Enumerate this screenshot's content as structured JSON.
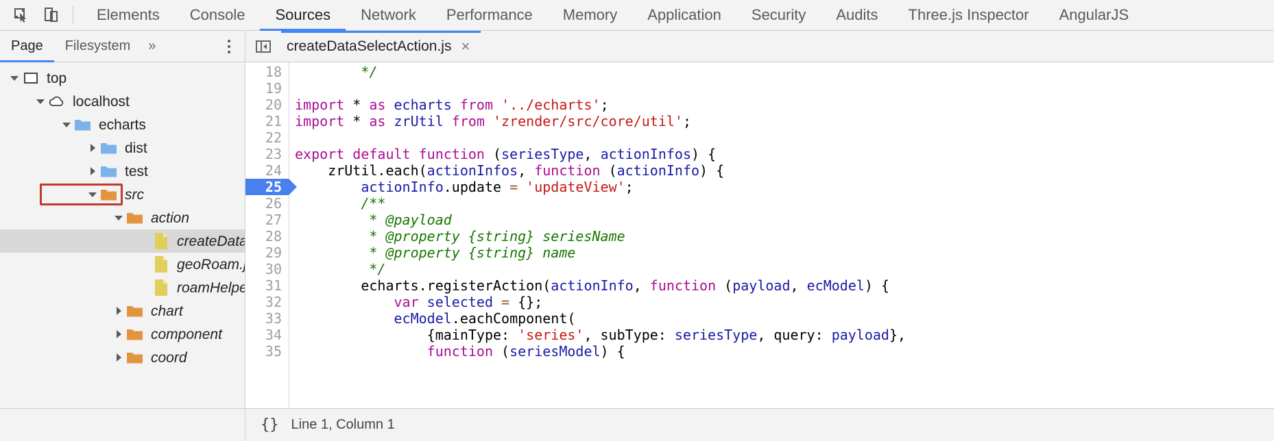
{
  "toolbar": {
    "inspect_icon": "inspect-element-icon",
    "device_icon": "device-toolbar-icon",
    "tabs": [
      {
        "label": "Elements",
        "selected": false
      },
      {
        "label": "Console",
        "selected": false
      },
      {
        "label": "Sources",
        "selected": true
      },
      {
        "label": "Network",
        "selected": false
      },
      {
        "label": "Performance",
        "selected": false
      },
      {
        "label": "Memory",
        "selected": false
      },
      {
        "label": "Application",
        "selected": false
      },
      {
        "label": "Security",
        "selected": false
      },
      {
        "label": "Audits",
        "selected": false
      },
      {
        "label": "Three.js Inspector",
        "selected": false
      },
      {
        "label": "AngularJS",
        "selected": false
      }
    ]
  },
  "navigator": {
    "tabs": [
      {
        "label": "Page",
        "selected": true
      },
      {
        "label": "Filesystem",
        "selected": false
      }
    ],
    "more_label": "»",
    "kebab_icon": "more-options-icon",
    "tree": [
      {
        "label": "top",
        "depth": 0,
        "twisty": "down",
        "icon": "frame-icon",
        "italic": false,
        "selected": false,
        "boxed": false
      },
      {
        "label": "localhost",
        "depth": 1,
        "twisty": "down",
        "icon": "cloud-icon",
        "italic": false,
        "selected": false,
        "boxed": false
      },
      {
        "label": "echarts",
        "depth": 2,
        "twisty": "down",
        "icon": "folder-blue-icon",
        "italic": false,
        "selected": false,
        "boxed": false
      },
      {
        "label": "dist",
        "depth": 3,
        "twisty": "right",
        "icon": "folder-blue-icon",
        "italic": false,
        "selected": false,
        "boxed": false
      },
      {
        "label": "test",
        "depth": 3,
        "twisty": "right",
        "icon": "folder-blue-icon",
        "italic": false,
        "selected": false,
        "boxed": false
      },
      {
        "label": "src",
        "depth": 3,
        "twisty": "down",
        "icon": "folder-orange-icon",
        "italic": true,
        "selected": false,
        "boxed": true
      },
      {
        "label": "action",
        "depth": 4,
        "twisty": "down",
        "icon": "folder-orange-icon",
        "italic": true,
        "selected": false,
        "boxed": false
      },
      {
        "label": "createDataSelectAction.js",
        "depth": 5,
        "twisty": "none",
        "icon": "file-js-icon",
        "italic": true,
        "selected": true,
        "boxed": false
      },
      {
        "label": "geoRoam.js",
        "depth": 5,
        "twisty": "none",
        "icon": "file-js-icon",
        "italic": true,
        "selected": false,
        "boxed": false
      },
      {
        "label": "roamHelper.js",
        "depth": 5,
        "twisty": "none",
        "icon": "file-js-icon",
        "italic": true,
        "selected": false,
        "boxed": false
      },
      {
        "label": "chart",
        "depth": 4,
        "twisty": "right",
        "icon": "folder-orange-icon",
        "italic": true,
        "selected": false,
        "boxed": false
      },
      {
        "label": "component",
        "depth": 4,
        "twisty": "right",
        "icon": "folder-orange-icon",
        "italic": true,
        "selected": false,
        "boxed": false
      },
      {
        "label": "coord",
        "depth": 4,
        "twisty": "right",
        "icon": "folder-orange-icon",
        "italic": true,
        "selected": false,
        "boxed": false
      }
    ]
  },
  "editor": {
    "panel_toggle_icon": "show-navigator-icon",
    "tab": {
      "label": "createDataSelectAction.js",
      "close_label": "×"
    },
    "first_visible_line": 18,
    "execution_line": 25,
    "lines": [
      {
        "n": 18,
        "tokens": [
          {
            "t": "        */",
            "c": "c"
          }
        ]
      },
      {
        "n": 19,
        "tokens": [
          {
            "t": "",
            "c": "p"
          }
        ]
      },
      {
        "n": 20,
        "tokens": [
          {
            "t": "import",
            "c": "k"
          },
          {
            "t": " * ",
            "c": "p"
          },
          {
            "t": "as",
            "c": "k"
          },
          {
            "t": " echarts ",
            "c": "v"
          },
          {
            "t": "from",
            "c": "k"
          },
          {
            "t": " ",
            "c": "p"
          },
          {
            "t": "'../echarts'",
            "c": "s"
          },
          {
            "t": ";",
            "c": "p"
          }
        ]
      },
      {
        "n": 21,
        "tokens": [
          {
            "t": "import",
            "c": "k"
          },
          {
            "t": " * ",
            "c": "p"
          },
          {
            "t": "as",
            "c": "k"
          },
          {
            "t": " zrUtil ",
            "c": "v"
          },
          {
            "t": "from",
            "c": "k"
          },
          {
            "t": " ",
            "c": "p"
          },
          {
            "t": "'zrender/src/core/util'",
            "c": "s"
          },
          {
            "t": ";",
            "c": "p"
          }
        ]
      },
      {
        "n": 22,
        "tokens": [
          {
            "t": "",
            "c": "p"
          }
        ]
      },
      {
        "n": 23,
        "tokens": [
          {
            "t": "export default function",
            "c": "k"
          },
          {
            "t": " (",
            "c": "p"
          },
          {
            "t": "seriesType",
            "c": "v"
          },
          {
            "t": ", ",
            "c": "p"
          },
          {
            "t": "actionInfos",
            "c": "v"
          },
          {
            "t": ") {",
            "c": "p"
          }
        ]
      },
      {
        "n": 24,
        "tokens": [
          {
            "t": "    zrUtil.each(",
            "c": "p"
          },
          {
            "t": "actionInfos",
            "c": "v"
          },
          {
            "t": ", ",
            "c": "p"
          },
          {
            "t": "function",
            "c": "k"
          },
          {
            "t": " (",
            "c": "p"
          },
          {
            "t": "actionInfo",
            "c": "v"
          },
          {
            "t": ") {",
            "c": "p"
          }
        ]
      },
      {
        "n": 25,
        "tokens": [
          {
            "t": "        ",
            "c": "p"
          },
          {
            "t": "actionInfo",
            "c": "v"
          },
          {
            "t": ".update ",
            "c": "p"
          },
          {
            "t": "=",
            "c": "op"
          },
          {
            "t": " ",
            "c": "p"
          },
          {
            "t": "'updateView'",
            "c": "s"
          },
          {
            "t": ";",
            "c": "p"
          }
        ]
      },
      {
        "n": 26,
        "tokens": [
          {
            "t": "        /**",
            "c": "c"
          }
        ]
      },
      {
        "n": 27,
        "tokens": [
          {
            "t": "         * @payload",
            "c": "c"
          }
        ]
      },
      {
        "n": 28,
        "tokens": [
          {
            "t": "         * @property {string} seriesName",
            "c": "c"
          }
        ]
      },
      {
        "n": 29,
        "tokens": [
          {
            "t": "         * @property {string} name",
            "c": "c"
          }
        ]
      },
      {
        "n": 30,
        "tokens": [
          {
            "t": "         */",
            "c": "c"
          }
        ]
      },
      {
        "n": 31,
        "tokens": [
          {
            "t": "        echarts.registerAction(",
            "c": "p"
          },
          {
            "t": "actionInfo",
            "c": "v"
          },
          {
            "t": ", ",
            "c": "p"
          },
          {
            "t": "function",
            "c": "k"
          },
          {
            "t": " (",
            "c": "p"
          },
          {
            "t": "payload",
            "c": "v"
          },
          {
            "t": ", ",
            "c": "p"
          },
          {
            "t": "ecModel",
            "c": "v"
          },
          {
            "t": ") {",
            "c": "p"
          }
        ]
      },
      {
        "n": 32,
        "tokens": [
          {
            "t": "            ",
            "c": "p"
          },
          {
            "t": "var",
            "c": "k"
          },
          {
            "t": " ",
            "c": "p"
          },
          {
            "t": "selected",
            "c": "v"
          },
          {
            "t": " ",
            "c": "p"
          },
          {
            "t": "=",
            "c": "op"
          },
          {
            "t": " {};",
            "c": "p"
          }
        ]
      },
      {
        "n": 33,
        "tokens": [
          {
            "t": "            ",
            "c": "p"
          },
          {
            "t": "ecModel",
            "c": "v"
          },
          {
            "t": ".eachComponent(",
            "c": "p"
          }
        ]
      },
      {
        "n": 34,
        "tokens": [
          {
            "t": "                {mainType: ",
            "c": "p"
          },
          {
            "t": "'series'",
            "c": "s"
          },
          {
            "t": ", subType: ",
            "c": "p"
          },
          {
            "t": "seriesType",
            "c": "v"
          },
          {
            "t": ", query: ",
            "c": "p"
          },
          {
            "t": "payload",
            "c": "v"
          },
          {
            "t": "},",
            "c": "p"
          }
        ]
      },
      {
        "n": 35,
        "tokens": [
          {
            "t": "                ",
            "c": "p"
          },
          {
            "t": "function",
            "c": "k"
          },
          {
            "t": " (",
            "c": "p"
          },
          {
            "t": "seriesModel",
            "c": "v"
          },
          {
            "t": ") {",
            "c": "p"
          }
        ]
      }
    ]
  },
  "status": {
    "pretty_print_label": "{}",
    "cursor_position": "Line 1, Column 1"
  },
  "colors": {
    "accent": "#4285f4",
    "highlight_box": "#c0392b",
    "exec_line": "#4a80ee",
    "folder_blue": "#7cb2ea",
    "folder_orange": "#e2943f",
    "file_yellow": "#e0cf5a",
    "chrome_bg": "#f3f3f3"
  }
}
